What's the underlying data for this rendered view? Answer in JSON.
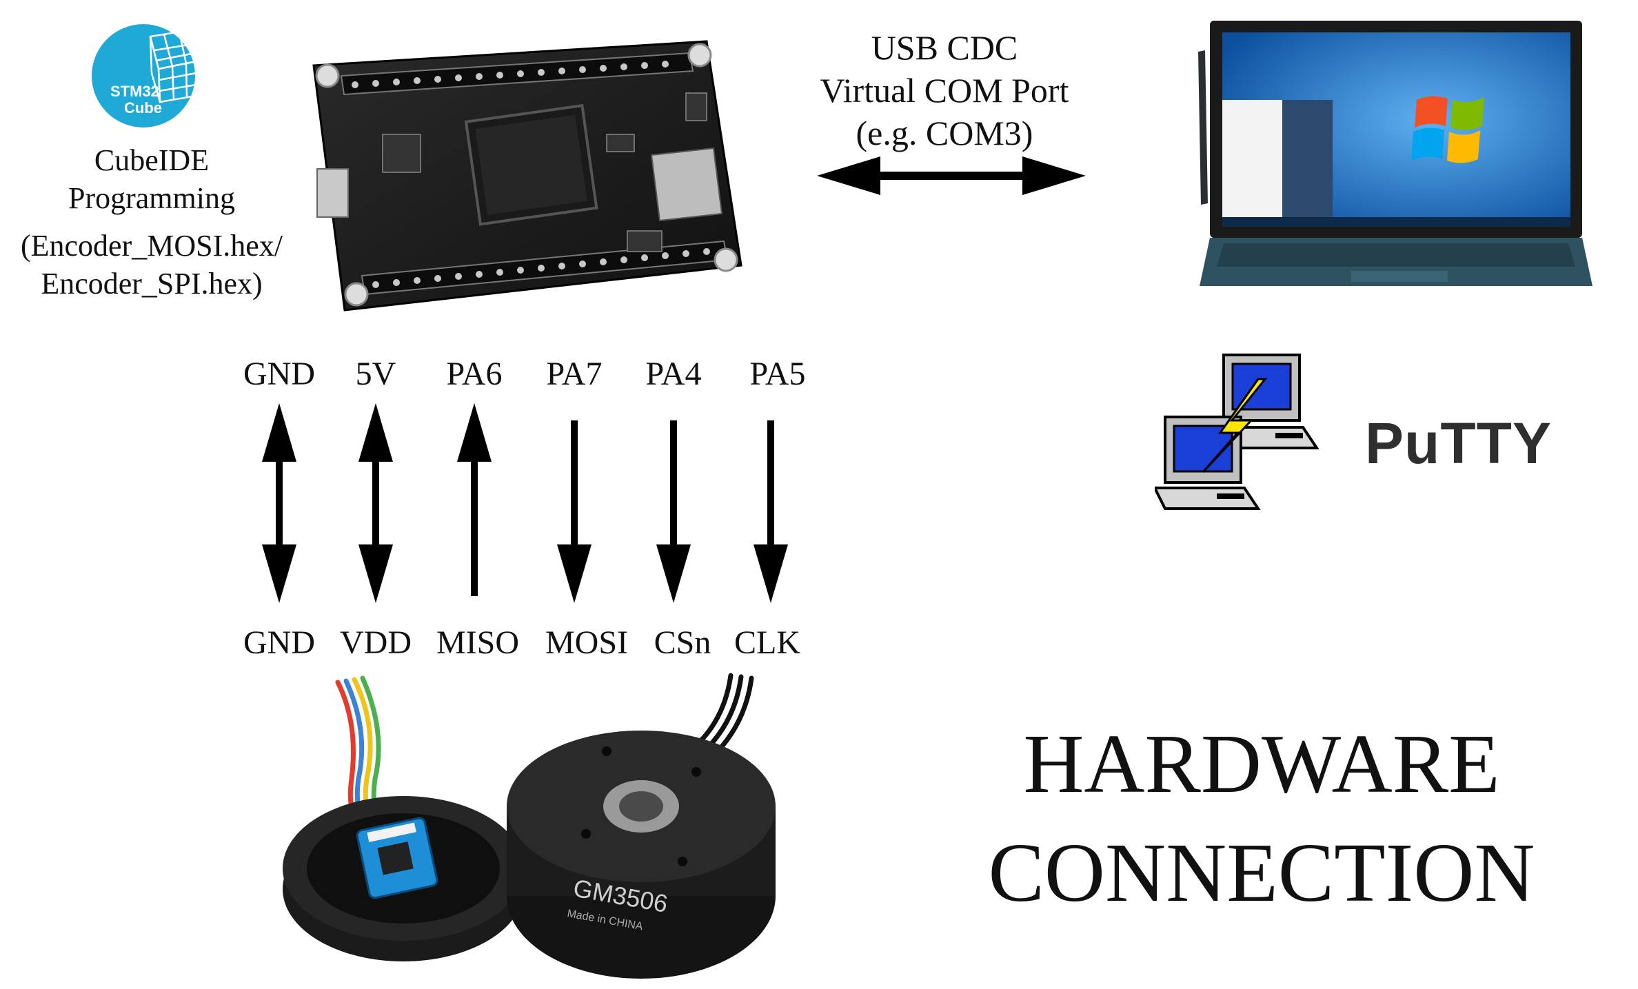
{
  "stm32_logo": {
    "line1": "STM32",
    "line2": "Cube",
    "color": "#1fa9d6"
  },
  "cubeide": {
    "line1": "CubeIDE",
    "line2": "Programming",
    "file1": "(Encoder_MOSI.hex/",
    "file2": "Encoder_SPI.hex)"
  },
  "usb": {
    "line1": "USB CDC",
    "line2": "Virtual COM Port",
    "line3": "(e.g. COM3)"
  },
  "pins_top": [
    "GND",
    "5V",
    "PA6",
    "PA7",
    "PA4",
    "PA5"
  ],
  "pins_bottom": [
    "GND",
    "VDD",
    "MISO",
    "MOSI",
    "CSn",
    "CLK"
  ],
  "putty": {
    "label": "PuTTY"
  },
  "motor": {
    "model": "GM3506",
    "origin": "Made in CHINA"
  },
  "title": {
    "line1": "HARDWARE",
    "line2": "CONNECTION"
  }
}
